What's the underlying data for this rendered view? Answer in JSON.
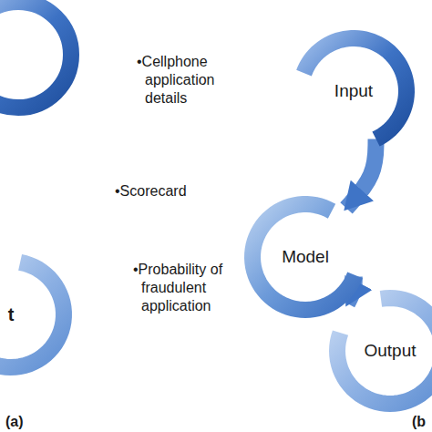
{
  "diagram": {
    "nodes": [
      {
        "text": [
          "t"
        ]
      },
      {
        "text": [
          "Input"
        ]
      },
      {
        "text": [
          "Model"
        ]
      },
      {
        "text": [
          "Output"
        ]
      }
    ],
    "edges": [
      {
        "from": 1,
        "to": 2,
        "arrow": "to"
      },
      {
        "from": 2,
        "to": 3,
        "arrow": "to"
      }
    ],
    "labels": [
      "•Cellphone application details",
      "•Scorecard",
      "•Probability of fraudulent application",
      "(a)",
      "(b"
    ]
  }
}
